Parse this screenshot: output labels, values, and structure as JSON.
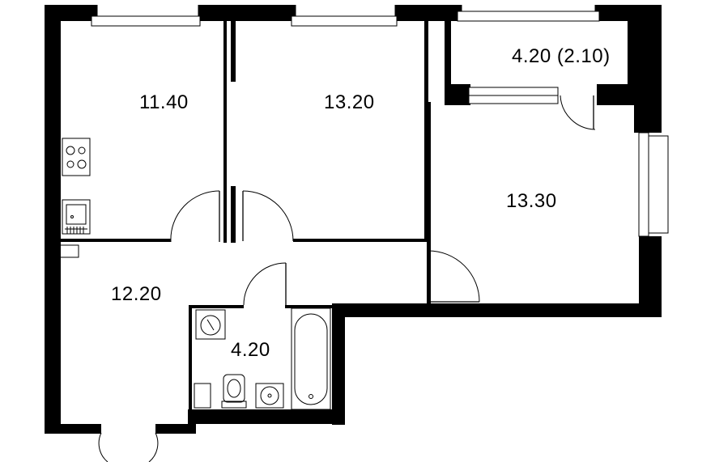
{
  "plan": {
    "rooms": [
      {
        "id": "room-kitchen",
        "area": "11.40"
      },
      {
        "id": "room-bedroom-middle",
        "area": "13.20"
      },
      {
        "id": "room-balcony",
        "area": "4.20 (2.10)"
      },
      {
        "id": "room-bedroom-right",
        "area": "13.30"
      },
      {
        "id": "room-hallway",
        "area": "12.20"
      },
      {
        "id": "room-bathroom",
        "area": "4.20"
      }
    ]
  }
}
